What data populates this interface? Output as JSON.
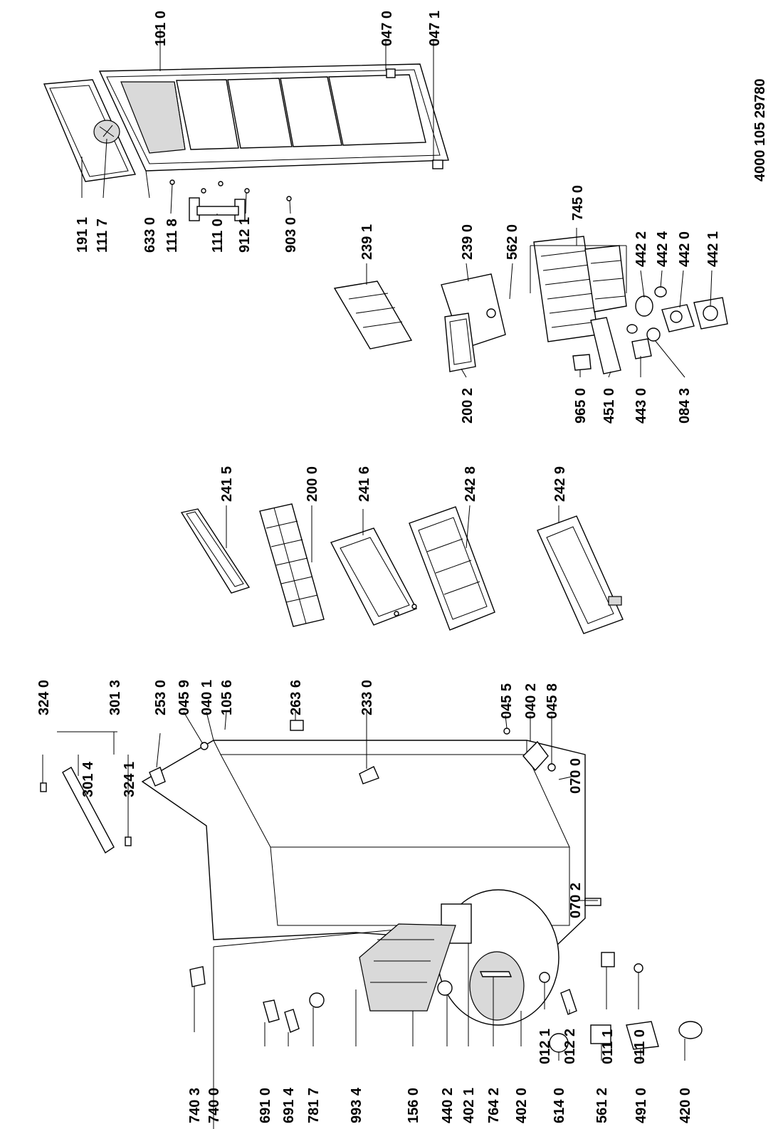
{
  "document_number": "4000 105 29780",
  "labels": {
    "l1010": "101 0",
    "l0470": "047 0",
    "l0471": "047 1",
    "l1911": "191 1",
    "l1117": "111 7",
    "l6330": "633 0",
    "l1118": "111 8",
    "l1110": "111 0",
    "l9121": "912 1",
    "l9030": "903 0",
    "l2391": "239 1",
    "l2390": "239 0",
    "l5620": "562 0",
    "l7450": "745 0",
    "l4422": "442 2",
    "l4424": "442 4",
    "l4420": "442 0",
    "l4421": "442 1",
    "l2002": "200 2",
    "l9650": "965 0",
    "l4510": "451 0",
    "l4430": "443 0",
    "l0843": "084 3",
    "l2415": "241 5",
    "l2000": "200 0",
    "l2416": "241 6",
    "l2428": "242 8",
    "l2429": "242 9",
    "l3240": "324 0",
    "l3013": "301 3",
    "l3014": "301 4",
    "l3241": "324 1",
    "l2530": "253 0",
    "l0459": "045 9",
    "l0401": "040 1",
    "l1056": "105 6",
    "l2636": "263 6",
    "l2330": "233 0",
    "l0455": "045 5",
    "l0402": "040 2",
    "l0458": "045 8",
    "l0700": "070 0",
    "l0702": "070 2",
    "l0121": "012 1",
    "l0122": "012 2",
    "l0111": "011 1",
    "l0110": "011 0",
    "l7403": "740 3",
    "l7400": "740 0",
    "l6910": "691 0",
    "l6914": "691 4",
    "l7817": "781 7",
    "l9934": "993 4",
    "l1560": "156 0",
    "l4402": "440 2",
    "l4021": "402 1",
    "l7642": "764 2",
    "l4020": "402 0",
    "l6140": "614 0",
    "l5612": "561 2",
    "l4910": "491 0",
    "l4200": "420 0"
  }
}
